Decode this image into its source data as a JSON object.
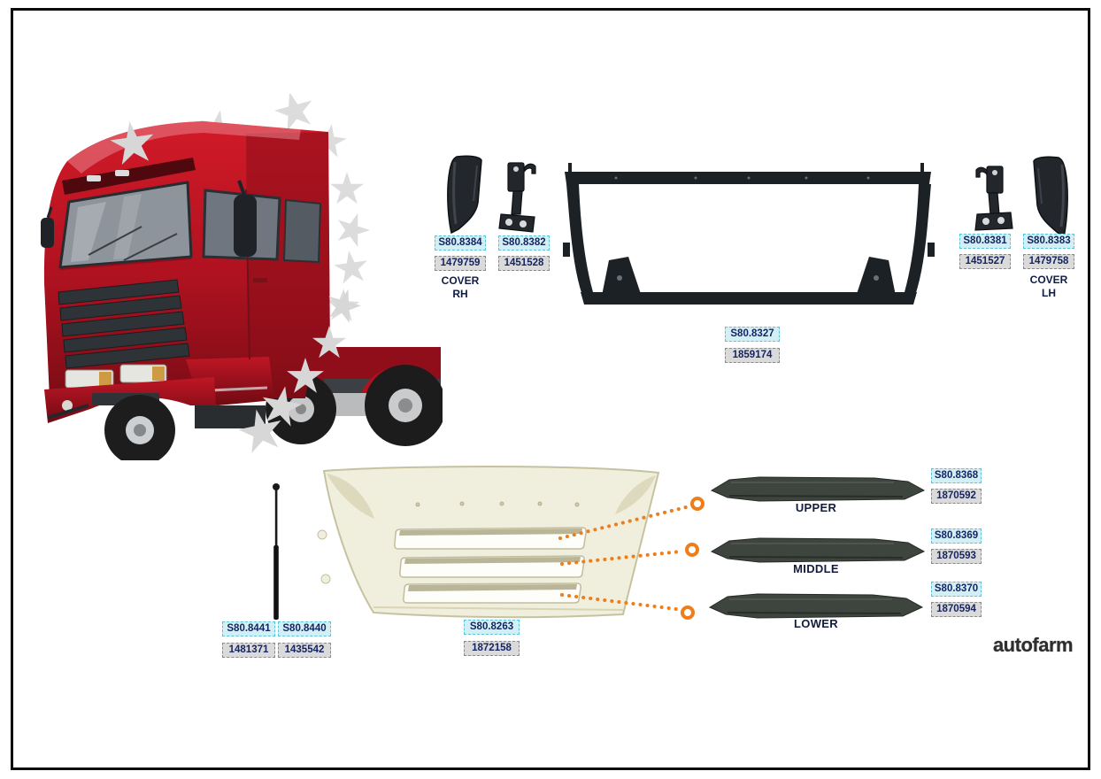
{
  "brand": {
    "logo": "autofarm"
  },
  "colors": {
    "accent_orange": "#ef7d1a",
    "label_code_bg": "#d2eff6",
    "label_code_border": "#5cc3dc",
    "label_num_bg": "#dadada",
    "text_navy": "#14245f",
    "part_dark": "#22262b",
    "strip_dark_green": "#3e443e",
    "grille_ivory": "#f0eedd",
    "truck_red": "#b01220",
    "star_gray": "#dcdcdc"
  },
  "parts": [
    {
      "id": "cover-rh",
      "code": "S80.8384",
      "oem": "1479759",
      "caption_line1": "COVER",
      "caption_line2": "RH"
    },
    {
      "id": "bracket-rh",
      "code": "S80.8382",
      "oem": "1451528"
    },
    {
      "id": "grille-frame",
      "code": "S80.8327",
      "oem": "1859174"
    },
    {
      "id": "bracket-lh",
      "code": "S80.8381",
      "oem": "1451527"
    },
    {
      "id": "cover-lh",
      "code": "S80.8383",
      "oem": "1479758",
      "caption_line1": "COVER",
      "caption_line2": "LH"
    },
    {
      "id": "gas-spring-left",
      "code": "S80.8441",
      "oem": "1481371"
    },
    {
      "id": "gas-spring-right",
      "code": "S80.8440",
      "oem": "1435542"
    },
    {
      "id": "grille",
      "code": "S80.8263",
      "oem": "1872158"
    },
    {
      "id": "strip-upper",
      "code": "S80.8368",
      "oem": "1870592",
      "caption": "UPPER"
    },
    {
      "id": "strip-middle",
      "code": "S80.8369",
      "oem": "1870593",
      "caption": "MIDDLE"
    },
    {
      "id": "strip-lower",
      "code": "S80.8370",
      "oem": "1870594",
      "caption": "LOWER"
    }
  ]
}
